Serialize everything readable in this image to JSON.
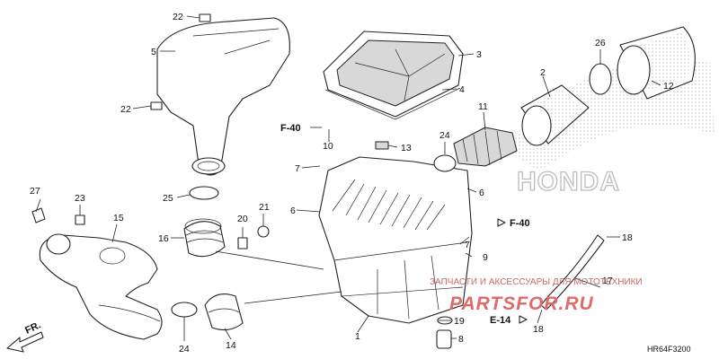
{
  "diagram": {
    "code": "HR64F3200",
    "watermark": {
      "tagline": "ЗАПЧАСТИ И АКСЕССУАРЫ ДЛЯ МОТОТЕХНИКИ",
      "logo": "PARTSFOR.RU"
    },
    "brand_mark": "HONDA",
    "refs": [
      "F-40",
      "F-40",
      "E-14"
    ],
    "direction_label": "FR.",
    "part_numbers": [
      "1",
      "2",
      "3",
      "4",
      "5",
      "6",
      "6",
      "7",
      "7",
      "8",
      "9",
      "10",
      "11",
      "12",
      "13",
      "14",
      "15",
      "16",
      "17",
      "18",
      "18",
      "19",
      "20",
      "21",
      "22",
      "22",
      "23",
      "24",
      "24",
      "25",
      "26",
      "27"
    ]
  }
}
